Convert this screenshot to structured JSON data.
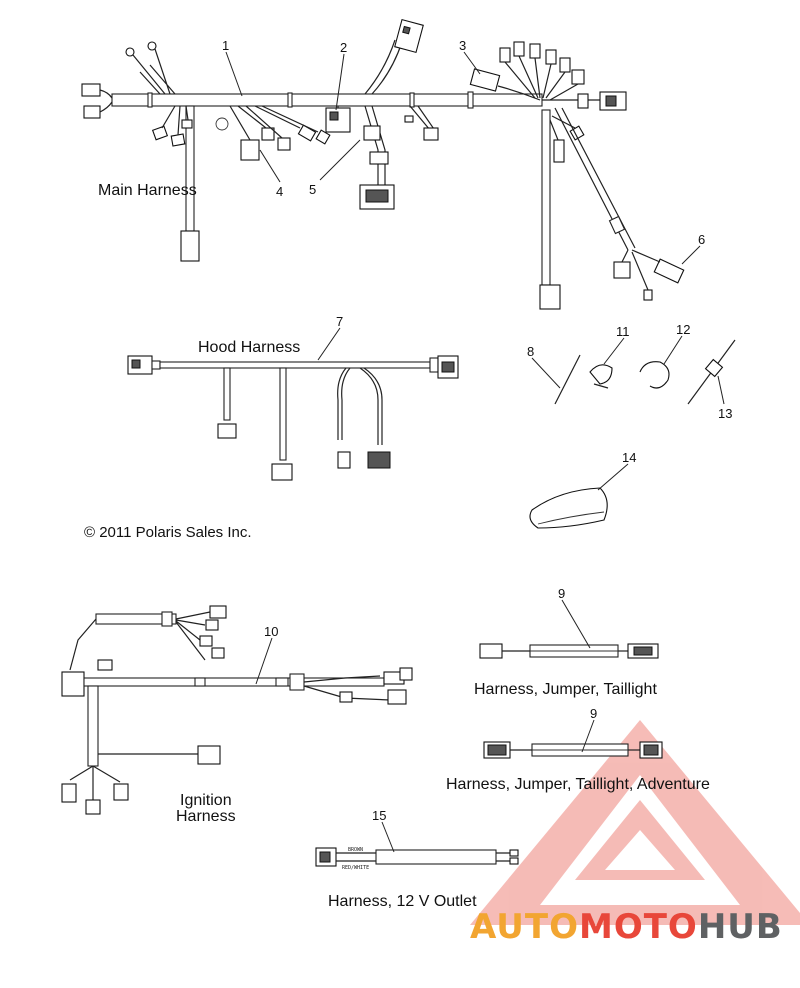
{
  "labels": {
    "main_harness": "Main Harness",
    "hood_harness": "Hood Harness",
    "ignition_line1": "Ignition",
    "ignition_line2": "Harness",
    "jumper_taillight": "Harness, Jumper, Taillight",
    "jumper_taillight_adventure": "Harness, Jumper, Taillight, Adventure",
    "outlet_12v": "Harness, 12 V Outlet"
  },
  "copyright": "© 2011 Polaris Sales Inc.",
  "callouts": [
    "1",
    "2",
    "3",
    "4",
    "5",
    "6",
    "7",
    "8",
    "9",
    "9",
    "10",
    "11",
    "12",
    "13",
    "14",
    "15"
  ],
  "wire_tags": {
    "brown": "BROWN",
    "red_white": "RED/WHITE"
  },
  "watermark": {
    "text_auto": "AUTO",
    "text_moto": "MOTO",
    "text_hub": "HUB",
    "color_red": "#e8473a",
    "color_orange": "#f2a531",
    "color_gray": "#5f6163"
  }
}
